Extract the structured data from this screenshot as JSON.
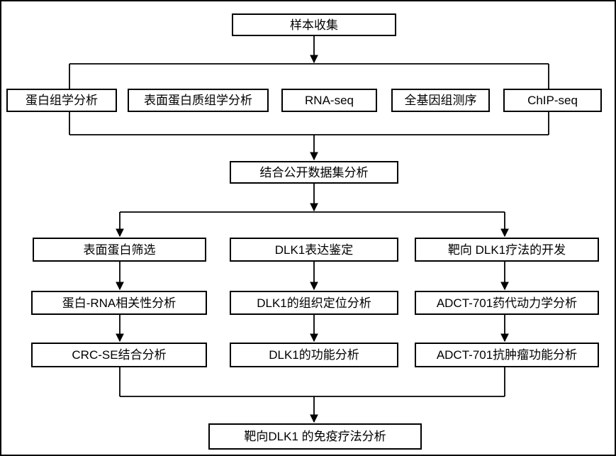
{
  "nodes": {
    "sample_collection": "样本收集",
    "proteomics": "蛋白组学分析",
    "surface_proteomics": "表面蛋白质组学分析",
    "rna_seq": "RNA-seq",
    "wgs": "全基因组测序",
    "chip_seq": "ChIP-seq",
    "public_dataset": "结合公开数据集分析",
    "surface_screening": "表面蛋白筛选",
    "protein_rna_correlation": "蛋白-RNA相关性分析",
    "crc_se_binding": "CRC-SE结合分析",
    "dlk1_expression": "DLK1表达鉴定",
    "dlk1_localization": "DLK1的组织定位分析",
    "dlk1_function": "DLK1的功能分析",
    "targeted_therapy_dev": "靶向 DLK1疗法的开发",
    "adct701_pk": "ADCT-701药代动力学分析",
    "adct701_antitumor": "ADCT-701抗肿瘤功能分析",
    "immunotherapy_analysis": "靶向DLK1 的免疫疗法分析"
  },
  "colors": {
    "line": "#000000",
    "box_border": "#000000",
    "box_fill": "#ffffff",
    "background": "#ffffff",
    "text": "#000000"
  }
}
